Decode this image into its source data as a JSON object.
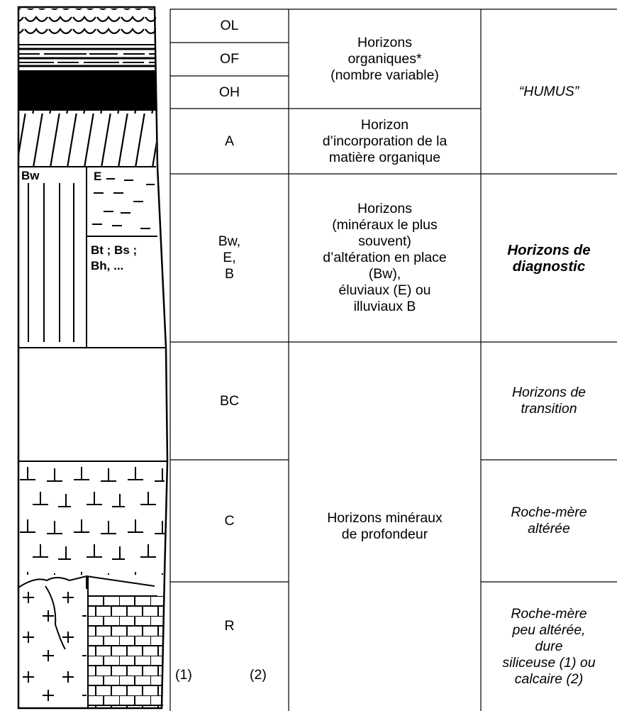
{
  "profile_labels": {
    "bw": "Bw",
    "e": "E",
    "bt_bs": "Bt ; Bs ;",
    "bh": "Bh, ..."
  },
  "horizons": {
    "ol": "OL",
    "of": "OF",
    "oh": "OH",
    "a": "A",
    "bw_e_b": "Bw,\nE,\nB",
    "bc": "BC",
    "c": "C",
    "r": "R",
    "r_note_1": "(1)",
    "r_note_2": "(2)"
  },
  "descriptions": {
    "organic": "Horizons\norganiques*\n(nombre variable)",
    "incorporation": "Horizon\nd’incorporation de la\nmatière organique",
    "diagnostic_desc": "Horizons\n(minéraux le plus\nsouvent)\nd’altération en place\n(Bw),\néluviaux (E) ou\nilluviaux B",
    "deep_mineral": "Horizons minéraux\nde profondeur"
  },
  "categories": {
    "humus": "“HUMUS”",
    "diagnostic": "Horizons de\ndiagnostic",
    "transition": "Horizons de\ntransition",
    "altered": "Roche-mère\naltérée",
    "parent_rock": "Roche-mère\npeu altérée,\ndure\nsiliceuse (1) ou\ncalcaire (2)"
  }
}
